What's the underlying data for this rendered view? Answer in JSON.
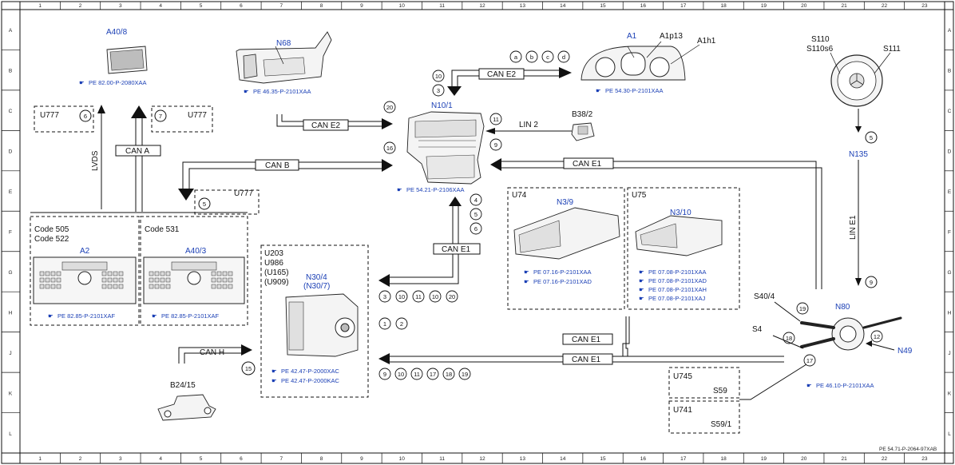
{
  "grid": {
    "columns": [
      "1",
      "2",
      "3",
      "4",
      "5",
      "6",
      "7",
      "8",
      "9",
      "10",
      "11",
      "12",
      "13",
      "14",
      "15",
      "16",
      "17",
      "18",
      "19",
      "20",
      "21",
      "22",
      "23"
    ],
    "rows": [
      "A",
      "B",
      "C",
      "D",
      "E",
      "F",
      "G",
      "H",
      "J",
      "K",
      "L"
    ]
  },
  "footer_code": "PE 54.71-P-2064-97XAB",
  "components": {
    "a40_8": {
      "label": "A40/8",
      "ref": "PE 82.00-P-2080XAA"
    },
    "n68": {
      "label": "N68",
      "ref": "PE 46.35-P-2101XAA"
    },
    "a1": {
      "label": "A1",
      "sub1": "A1p13",
      "sub2": "A1h1",
      "ref": "PE 54.30-P-2101XAA"
    },
    "switches": {
      "s110": "S110",
      "s110s6": "S110s6",
      "s111": "S111"
    },
    "u777_left": {
      "label": "U777",
      "circle": "6"
    },
    "u777_mid": {
      "label": "U777",
      "circle": "7"
    },
    "u777_e": {
      "label": "U777",
      "circle": "5"
    },
    "n10_1": {
      "label": "N10/1",
      "ref": "PE 54.21-P-2106XAA"
    },
    "b38_2": {
      "label": "B38/2"
    },
    "n135": {
      "label": "N135"
    },
    "code_505": {
      "label1": "Code 505",
      "label2": "Code 522",
      "component": "A2",
      "ref": "PE 82.85-P-2101XAF"
    },
    "code_531": {
      "label1": "Code 531",
      "component": "A40/3",
      "ref": "PE 82.85-P-2101XAF"
    },
    "u74": {
      "label": "U74",
      "component": "N3/9",
      "refs": [
        "PE 07.16-P-2101XAA",
        "PE 07.16-P-2101XAD"
      ]
    },
    "u75": {
      "label": "U75",
      "component": "N3/10",
      "refs": [
        "PE 07.08-P-2101XAA",
        "PE 07.08-P-2101XAD",
        "PE 07.08-P-2101XAH",
        "PE 07.08-P-2101XAJ"
      ]
    },
    "n30_4": {
      "lines": [
        "U203",
        "U986",
        "(U165)",
        "(U909)"
      ],
      "component": "N30/4",
      "component2": "(N30/7)",
      "refs": [
        "PE 42.47-P-2000XAC",
        "PE 42.47-P-2000KAC"
      ]
    },
    "n80": {
      "label": "N80",
      "s40_4": "S40/4",
      "s4": "S4",
      "n49": "N49",
      "ref": "PE 46.10-P-2101XAA"
    },
    "b24_15": {
      "label": "B24/15"
    },
    "u745": {
      "label": "U745",
      "switch": "S59"
    },
    "u741": {
      "label": "U741",
      "switch": "S59/1"
    }
  },
  "buses": {
    "lvds": "LVDS",
    "can_a": "CAN A",
    "can_b": "CAN B",
    "can_e2_top": "CAN E2",
    "can_e2_mid": "CAN E2",
    "lin2": "LIN 2",
    "can_e1_right": "CAN E1",
    "can_e1_mid": "CAN E1",
    "can_e1_bottom1": "CAN E1",
    "can_e1_bottom2": "CAN E1",
    "can_h": "CAN H",
    "lin_e1": "LIN E1"
  },
  "circles": {
    "top_right": [
      "a",
      "b",
      "c",
      "d"
    ],
    "n10_top": [
      "10",
      "3"
    ],
    "n10_left": [
      "20",
      "16"
    ],
    "n10_right": [
      "11",
      "9"
    ],
    "n10_bottom": [
      "4",
      "5",
      "6"
    ],
    "group_h": [
      "3",
      "10",
      "11",
      "10",
      "20"
    ],
    "group_j": [
      "1",
      "2"
    ],
    "group_k": [
      "9",
      "10",
      "11",
      "17",
      "18",
      "19"
    ],
    "can_h_pin": "15",
    "n135_top": "5",
    "n135_bottom": "9",
    "n80_pins": [
      "19",
      "18",
      "17",
      "12"
    ]
  }
}
